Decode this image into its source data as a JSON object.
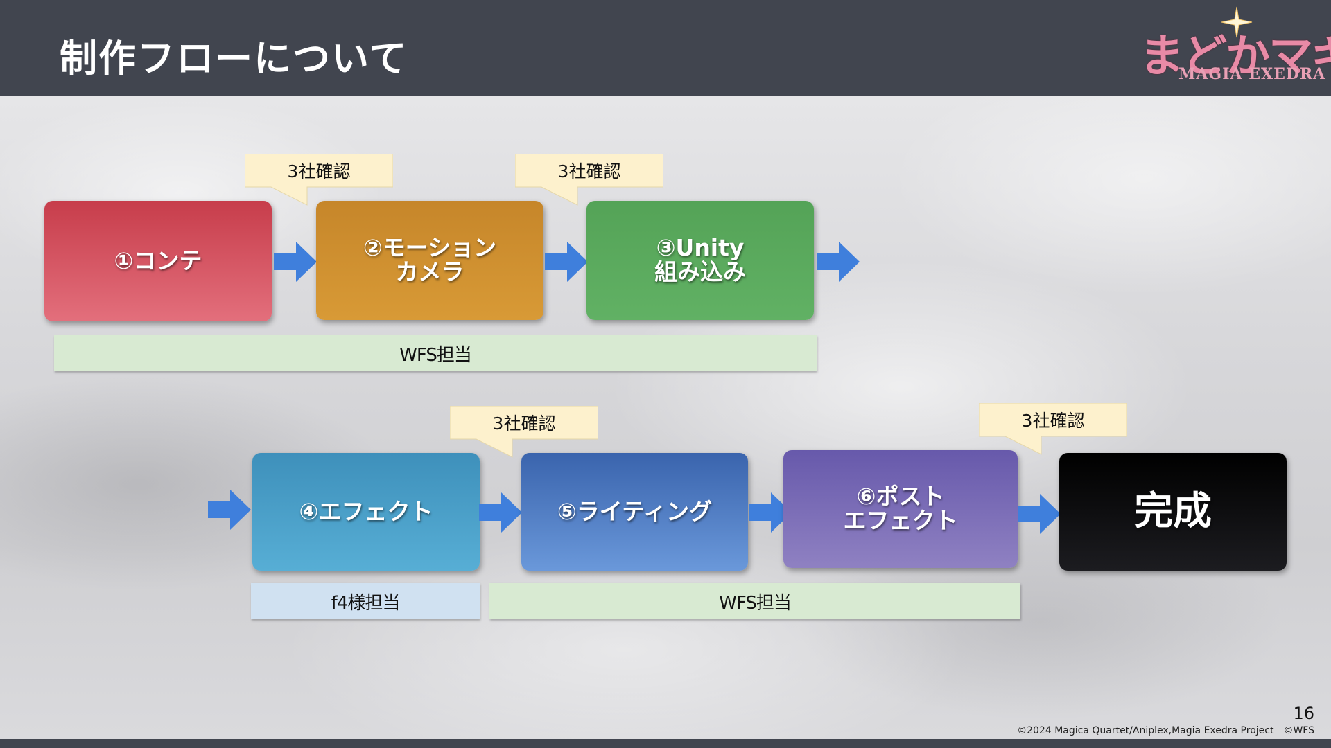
{
  "header": {
    "title": "制作フローについて",
    "logo_main": "まどかマギカ",
    "logo_sub": "MAGIA EXEDRA"
  },
  "steps": {
    "s1": {
      "line1": "①コンテ",
      "line2": "",
      "color_top": "#c94250",
      "color_bottom": "#e06b78"
    },
    "s2": {
      "line1": "②モーション",
      "line2": "カメラ",
      "color_top": "#c9892a",
      "color_bottom": "#d99a35"
    },
    "s3": {
      "line1": "③Unity",
      "line2": "組み込み",
      "color_top": "#56a55a",
      "color_bottom": "#5fb062"
    },
    "s4": {
      "line1": "④エフェクト",
      "line2": "",
      "color_top": "#3f93bd",
      "color_bottom": "#55acd3"
    },
    "s5": {
      "line1": "⑤ライティング",
      "line2": "",
      "color_top": "#3c68b0",
      "color_bottom": "#6896d8"
    },
    "s6": {
      "line1": "⑥ポスト",
      "line2": "エフェクト",
      "color_top": "#6a5eae",
      "color_bottom": "#8c7ec0"
    },
    "done": {
      "line1": "完成",
      "line2": "",
      "color_top": "#000000",
      "color_bottom": "#1c1c20"
    }
  },
  "callouts": [
    "3社確認",
    "3社確認",
    "3社確認",
    "3社確認"
  ],
  "bars": {
    "row1_wfs": "WFS担当",
    "row2_f4": "f4様担当",
    "row2_wfs": "WFS担当"
  },
  "footer": {
    "page_number": "16",
    "copyright": "©2024 Magica Quartet/Aniplex,Magia Exedra Project　©WFS"
  },
  "colors": {
    "arrow": "#3f7fdc",
    "callout_fill": "#fdf1cd",
    "bar_green": "#d8ead2",
    "bar_blue": "#d0e1f1",
    "header_bg": "#41454f"
  }
}
